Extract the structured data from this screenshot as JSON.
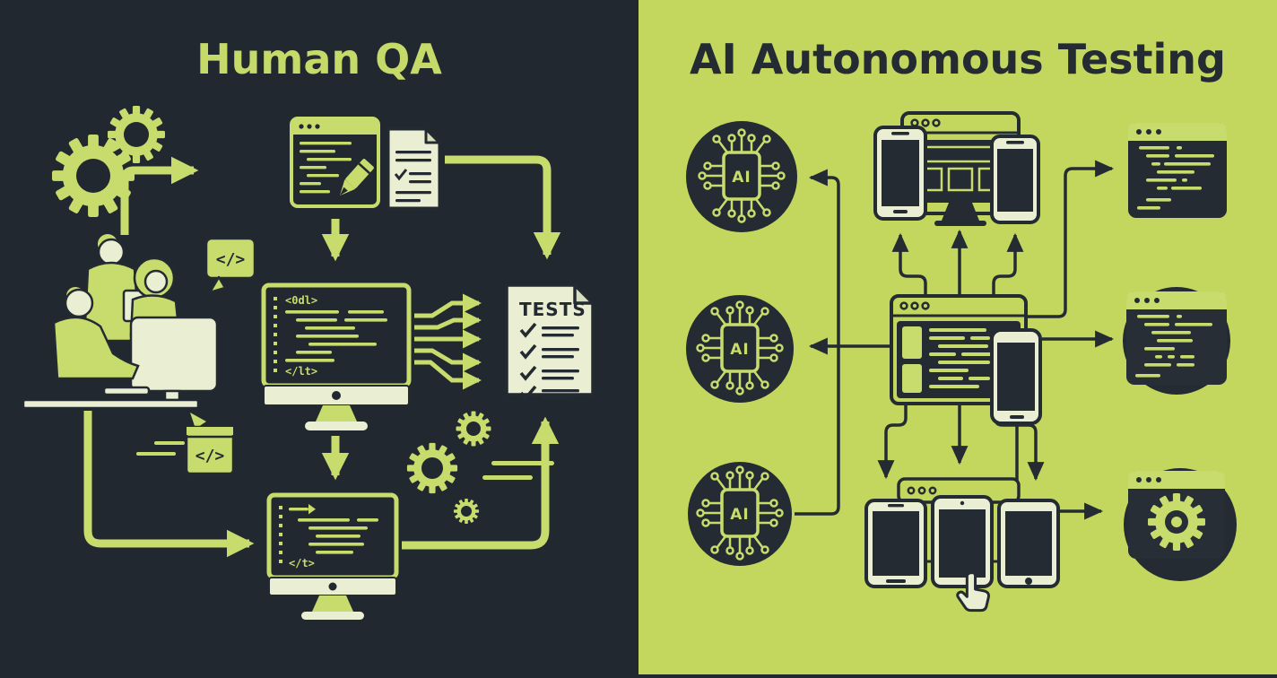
{
  "colors": {
    "left_background": "#212830",
    "accent_lime": "#c8dc6e",
    "pale_paper": "#eaeed3",
    "right_background": "#c3d75f",
    "dark_icon": "#242b32"
  },
  "left": {
    "title": "Human QA",
    "tests_doc_title": "TESTS",
    "monitor_top_tag": "<0dl>",
    "monitor_bottom_tag": "</lt>",
    "monitor2_bottom_tag": "</t>",
    "bubble_top": "</>",
    "bubble_bottom": "</>"
  },
  "right": {
    "title": "AI Autonomous Testing",
    "ai_nodes": [
      {
        "label": "AI"
      },
      {
        "label": "AI"
      },
      {
        "label": "AI"
      }
    ]
  }
}
